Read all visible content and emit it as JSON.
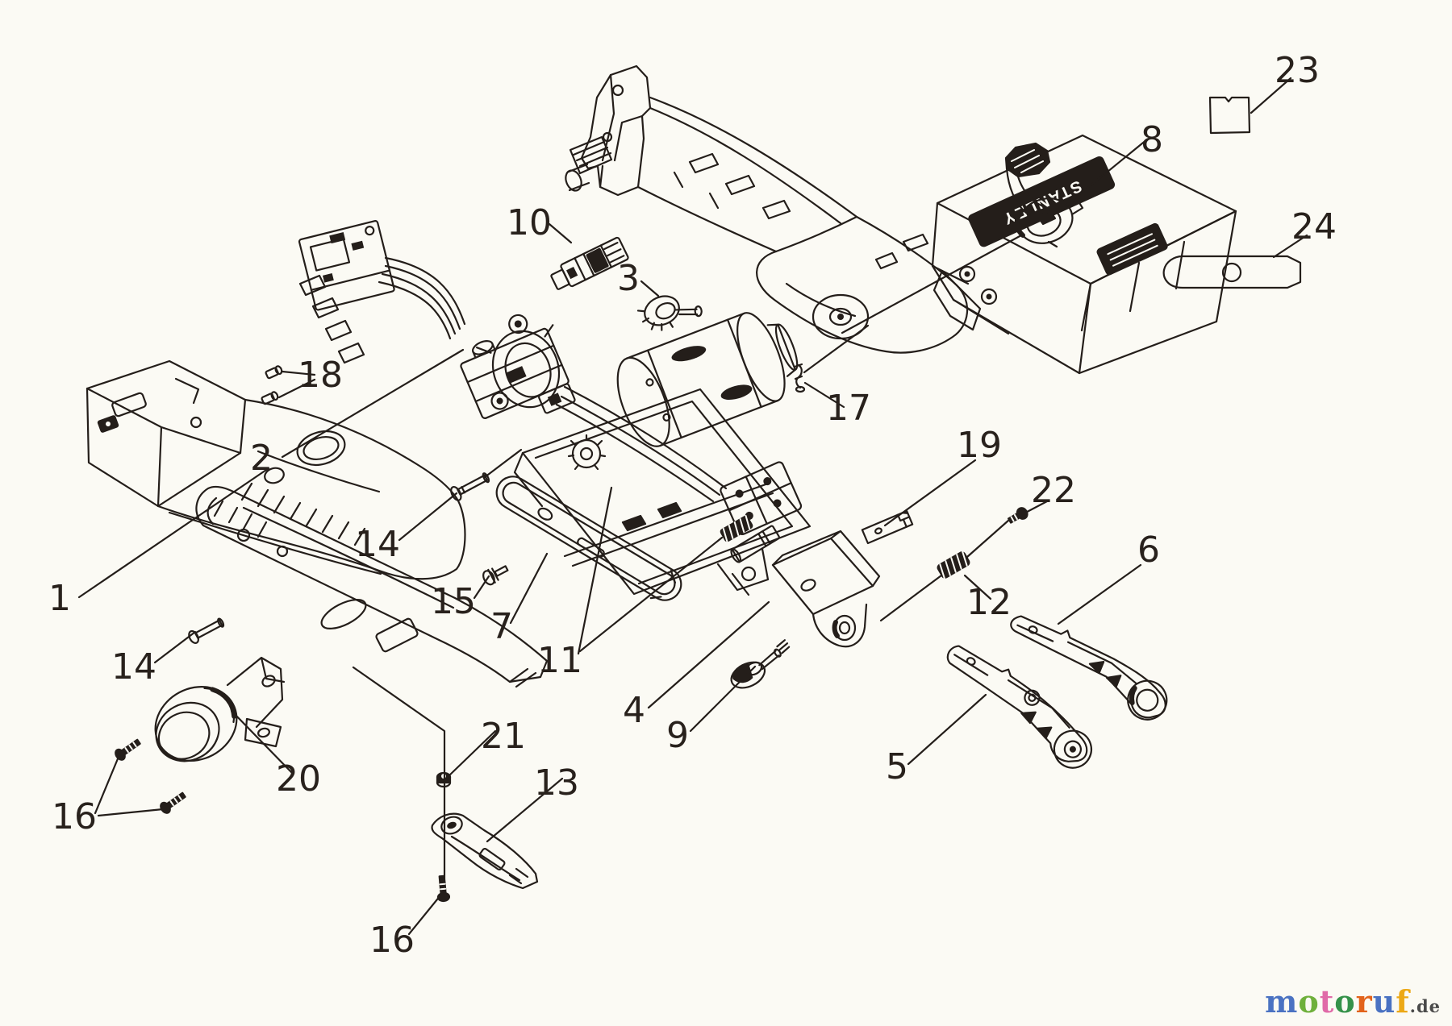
{
  "diagram": {
    "battery_label": "STANLEY",
    "callouts": [
      {
        "n": "1"
      },
      {
        "n": "2"
      },
      {
        "n": "3"
      },
      {
        "n": "4"
      },
      {
        "n": "5"
      },
      {
        "n": "6"
      },
      {
        "n": "7"
      },
      {
        "n": "8"
      },
      {
        "n": "9"
      },
      {
        "n": "10"
      },
      {
        "n": "11"
      },
      {
        "n": "12"
      },
      {
        "n": "13"
      },
      {
        "n": "14"
      },
      {
        "n": "14"
      },
      {
        "n": "15"
      },
      {
        "n": "16"
      },
      {
        "n": "16"
      },
      {
        "n": "17"
      },
      {
        "n": "18"
      },
      {
        "n": "19"
      },
      {
        "n": "20"
      },
      {
        "n": "21"
      },
      {
        "n": "22"
      },
      {
        "n": "23"
      },
      {
        "n": "24"
      }
    ]
  },
  "branding": {
    "letters": [
      {
        "ch": "m",
        "color": "#4a72c2"
      },
      {
        "ch": "o",
        "color": "#6fb03c"
      },
      {
        "ch": "t",
        "color": "#e06aa8"
      },
      {
        "ch": "o",
        "color": "#35924a"
      },
      {
        "ch": "r",
        "color": "#e2631b"
      },
      {
        "ch": "u",
        "color": "#4a72c2"
      },
      {
        "ch": "f",
        "color": "#eca816"
      }
    ],
    "tld": ".de"
  }
}
